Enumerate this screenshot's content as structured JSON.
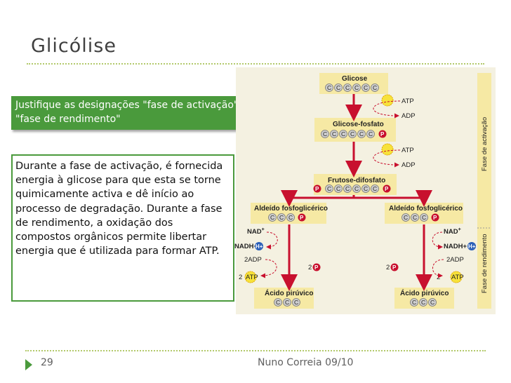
{
  "title": "Glicólise",
  "question": "Justifique as designações \"fase de activação\" e \"fase de rendimento\"",
  "answer": " Durante a fase de activação, é fornecida energia à glicose para que esta se torne quimicamente activa e dê início ao processo de degradação. Durante a fase de rendimento, a oxidação dos compostos orgânicos permite libertar energia que é utilizada para formar ATP.",
  "footer": {
    "page": "29",
    "author": "Nuno Correia 09/10"
  },
  "diagram": {
    "glucose": "Glicose",
    "glucose_phosphate": "Glicose-fosfato",
    "fructose_diphosphate": "Frutose-difosfato",
    "aldehyde_left": "Aldeído fosfoglicérico",
    "aldehyde_right": "Aldeído fosfoglicérico",
    "pyruvic_left": "Ácido pirúvico",
    "pyruvic_right": "Ácido pirúvico",
    "phase_activation": "Fase de activação",
    "phase_yield": "Fase de rendimento",
    "atp": "ATP",
    "adp": "ADP",
    "two_adp": "2ADP",
    "two_atp": "2",
    "nad": "NAD",
    "nad_sup": "+",
    "nadh": "NADH+",
    "h_plus": "H",
    "carbon": "C",
    "phosphate": "P",
    "two_p": "2"
  },
  "colors": {
    "accent_green": "#4a9a3c",
    "dots": "#b3c96b",
    "panel": "#f4f1e1",
    "label_box": "#f6e9a4",
    "arrow_red": "#c8102e",
    "nad_blue": "#2a5fb8"
  }
}
